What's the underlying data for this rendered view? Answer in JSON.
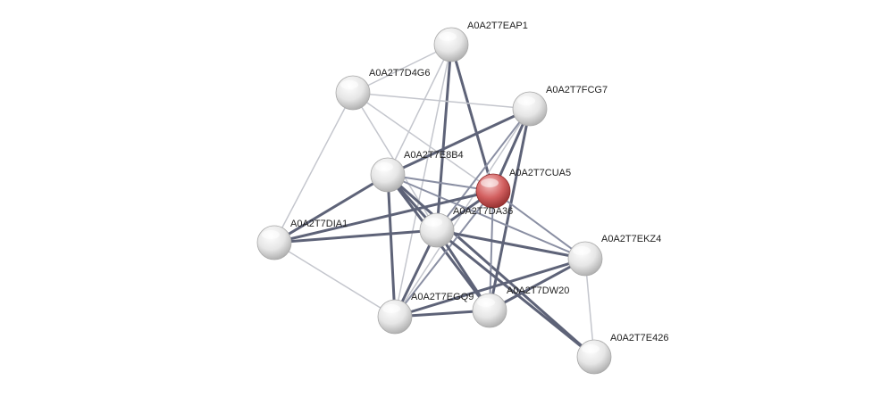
{
  "network": {
    "nodes": [
      {
        "id": "A0A2T7EAP1",
        "label": "A0A2T7EAP1",
        "query": false
      },
      {
        "id": "A0A2T7D4G6",
        "label": "A0A2T7D4G6",
        "query": false
      },
      {
        "id": "A0A2T7FCG7",
        "label": "A0A2T7FCG7",
        "query": false
      },
      {
        "id": "A0A2T7E8B4",
        "label": "A0A2T7E8B4",
        "query": false
      },
      {
        "id": "A0A2T7CUA5",
        "label": "A0A2T7CUA5",
        "query": true
      },
      {
        "id": "A0A2T7DA36",
        "label": "A0A2T7DA36",
        "query": false
      },
      {
        "id": "A0A2T7DIA1",
        "label": "A0A2T7DIA1",
        "query": false
      },
      {
        "id": "A0A2T7EKZ4",
        "label": "A0A2T7EKZ4",
        "query": false
      },
      {
        "id": "A0A2T7EGQ9",
        "label": "A0A2T7EGQ9",
        "query": false
      },
      {
        "id": "A0A2T7DW20",
        "label": "A0A2T7DW20",
        "query": false
      },
      {
        "id": "A0A2T7E426",
        "label": "A0A2T7E426",
        "query": false
      }
    ],
    "edges": [
      {
        "source": "A0A2T7EAP1",
        "target": "A0A2T7CUA5",
        "strength": "strong"
      },
      {
        "source": "A0A2T7EAP1",
        "target": "A0A2T7DA36",
        "strength": "strong"
      },
      {
        "source": "A0A2T7EAP1",
        "target": "A0A2T7E8B4",
        "strength": "weak"
      },
      {
        "source": "A0A2T7EAP1",
        "target": "A0A2T7EGQ9",
        "strength": "weak"
      },
      {
        "source": "A0A2T7EAP1",
        "target": "A0A2T7D4G6",
        "strength": "weak"
      },
      {
        "source": "A0A2T7D4G6",
        "target": "A0A2T7FCG7",
        "strength": "weak"
      },
      {
        "source": "A0A2T7D4G6",
        "target": "A0A2T7CUA5",
        "strength": "weak"
      },
      {
        "source": "A0A2T7D4G6",
        "target": "A0A2T7DA36",
        "strength": "weak"
      },
      {
        "source": "A0A2T7D4G6",
        "target": "A0A2T7DIA1",
        "strength": "weak"
      },
      {
        "source": "A0A2T7FCG7",
        "target": "A0A2T7E8B4",
        "strength": "strong"
      },
      {
        "source": "A0A2T7FCG7",
        "target": "A0A2T7CUA5",
        "strength": "strong"
      },
      {
        "source": "A0A2T7FCG7",
        "target": "A0A2T7DA36",
        "strength": "medium"
      },
      {
        "source": "A0A2T7FCG7",
        "target": "A0A2T7DW20",
        "strength": "strong"
      },
      {
        "source": "A0A2T7FCG7",
        "target": "A0A2T7EGQ9",
        "strength": "weak"
      },
      {
        "source": "A0A2T7E8B4",
        "target": "A0A2T7CUA5",
        "strength": "medium"
      },
      {
        "source": "A0A2T7E8B4",
        "target": "A0A2T7DA36",
        "strength": "strong"
      },
      {
        "source": "A0A2T7E8B4",
        "target": "A0A2T7DIA1",
        "strength": "strong"
      },
      {
        "source": "A0A2T7E8B4",
        "target": "A0A2T7EGQ9",
        "strength": "strong"
      },
      {
        "source": "A0A2T7E8B4",
        "target": "A0A2T7DW20",
        "strength": "strong"
      },
      {
        "source": "A0A2T7E8B4",
        "target": "A0A2T7EKZ4",
        "strength": "medium"
      },
      {
        "source": "A0A2T7E8B4",
        "target": "A0A2T7E426",
        "strength": "strong"
      },
      {
        "source": "A0A2T7CUA5",
        "target": "A0A2T7DA36",
        "strength": "strong"
      },
      {
        "source": "A0A2T7CUA5",
        "target": "A0A2T7DIA1",
        "strength": "strong"
      },
      {
        "source": "A0A2T7CUA5",
        "target": "A0A2T7EKZ4",
        "strength": "medium"
      },
      {
        "source": "A0A2T7CUA5",
        "target": "A0A2T7DW20",
        "strength": "medium"
      },
      {
        "source": "A0A2T7CUA5",
        "target": "A0A2T7EGQ9",
        "strength": "medium"
      },
      {
        "source": "A0A2T7DA36",
        "target": "A0A2T7DIA1",
        "strength": "strong"
      },
      {
        "source": "A0A2T7DA36",
        "target": "A0A2T7EGQ9",
        "strength": "strong"
      },
      {
        "source": "A0A2T7DA36",
        "target": "A0A2T7DW20",
        "strength": "strong"
      },
      {
        "source": "A0A2T7DA36",
        "target": "A0A2T7EKZ4",
        "strength": "strong"
      },
      {
        "source": "A0A2T7DA36",
        "target": "A0A2T7E426",
        "strength": "strong"
      },
      {
        "source": "A0A2T7DIA1",
        "target": "A0A2T7EGQ9",
        "strength": "weak"
      },
      {
        "source": "A0A2T7EGQ9",
        "target": "A0A2T7DW20",
        "strength": "strong"
      },
      {
        "source": "A0A2T7EGQ9",
        "target": "A0A2T7EKZ4",
        "strength": "strong"
      },
      {
        "source": "A0A2T7DW20",
        "target": "A0A2T7EKZ4",
        "strength": "strong"
      },
      {
        "source": "A0A2T7EKZ4",
        "target": "A0A2T7E426",
        "strength": "weak"
      }
    ]
  },
  "colors": {
    "node_fill": "#e6e6e6",
    "node_highlight": "#ffffff",
    "node_shadow": "#a9a9a9",
    "query_fill": "#d25f5f",
    "query_highlight": "#f6c5c5",
    "query_shadow": "#8f2b2b",
    "edge_strong": "#5e6378",
    "edge_medium": "#8a8fa3",
    "edge_weak": "#c4c6cd",
    "label": "#222222"
  }
}
